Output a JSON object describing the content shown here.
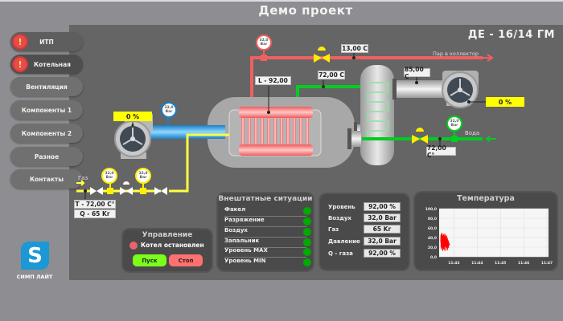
{
  "app": {
    "title": "Демо проект",
    "subtitle": "ДЕ - 16/14 ГМ"
  },
  "sidebar": {
    "items": [
      {
        "label": "ИТП",
        "alert": true
      },
      {
        "label": "Котельная",
        "alert": true,
        "active": true
      },
      {
        "label": "Вентиляция",
        "alert": false
      },
      {
        "label": "Компоненты 1",
        "alert": false
      },
      {
        "label": "Компоненты 2",
        "alert": false
      },
      {
        "label": "Разное",
        "alert": false
      },
      {
        "label": "Контакты",
        "alert": false
      }
    ],
    "alert_glyph": "!",
    "logo_glyph": "S",
    "logo_text": "СИМП ЛАЙТ"
  },
  "scheme": {
    "steam_pressure_gauge": {
      "value": "32,0",
      "unit": "Bar"
    },
    "steam_temp": "13,00 C",
    "steam_label": "Пар в коллектор",
    "level": "L - 92,00",
    "return_temp": "72,00 C",
    "flue_temp": "85,00 C",
    "exhaust_fan_percent": "0 %",
    "water_gauge": {
      "value": "32,0",
      "unit": "Bar"
    },
    "water_label": "Вода",
    "water_temp": "72,00 C°",
    "air_fan_percent": "0 %",
    "air_gauge": {
      "value": "32,0",
      "unit": "Bar"
    },
    "gas_label": "Газ",
    "gas_gauge_1": {
      "value": "32,0",
      "unit": "Bar"
    },
    "gas_gauge_2": {
      "value": "32,0",
      "unit": "Bar"
    },
    "gas_temp": "T - 72,00 C°",
    "gas_flow": "Q -  65 Kг"
  },
  "control": {
    "title": "Управление",
    "status": "Котел остановлен",
    "start_label": "Пуск",
    "stop_label": "Стоп",
    "status_color": "#e8646e"
  },
  "emergency": {
    "title": "Внештатные ситуации",
    "items": [
      {
        "label": "Факел",
        "state": "ok"
      },
      {
        "label": "Разряжение",
        "state": "ok"
      },
      {
        "label": "Воздух",
        "state": "ok"
      },
      {
        "label": "Запальник",
        "state": "ok"
      },
      {
        "label": "Уровень MAX",
        "state": "ok"
      },
      {
        "label": "Уровень MIN",
        "state": "ok"
      }
    ]
  },
  "params": {
    "items": [
      {
        "label": "Уровень",
        "value": "92,00 %"
      },
      {
        "label": "Воздух",
        "value": "32,0 Bar"
      },
      {
        "label": "Газ",
        "value": "65 Kг"
      },
      {
        "label": "Давление",
        "value": "32,0 Bar"
      },
      {
        "label": "Q - газа",
        "value": "92,00 %"
      }
    ]
  },
  "chart_data": {
    "type": "line",
    "title": "Температура",
    "xlabel": "",
    "ylabel": "",
    "ylim": [
      0,
      100
    ],
    "yticks": [
      "0,0",
      "20,0",
      "40,0",
      "60,0",
      "80,0",
      "100,0"
    ],
    "xticks": [
      "11:43",
      "11:44",
      "11:45",
      "11:46",
      "11:47"
    ],
    "grid": true,
    "series": [
      {
        "name": "Температура",
        "color": "#ff0000",
        "x": [
          0.0,
          0.01,
          0.02,
          0.03,
          0.04,
          0.05,
          0.06,
          0.07,
          0.08,
          0.09,
          0.1,
          0.11,
          0.12,
          0.13,
          0.14,
          0.15,
          0.16,
          0.17,
          0.18,
          0.19,
          0.2,
          0.21,
          0.22,
          0.23,
          0.24,
          0.25,
          0.26,
          0.27,
          0.28,
          0.29,
          0.3,
          0.31,
          0.32,
          0.33,
          0.34,
          0.35,
          0.36,
          0.37,
          0.38,
          0.39,
          0.4,
          0.41,
          0.42,
          0.43,
          0.44,
          0.45,
          0.46,
          0.47,
          0.48,
          0.49,
          0.5
        ],
        "y": [
          30,
          45,
          20,
          48,
          15,
          42,
          25,
          50,
          18,
          44,
          22,
          38,
          12,
          46,
          28,
          40,
          16,
          47,
          24,
          35,
          14,
          43,
          30,
          48,
          20,
          36,
          26,
          45,
          12,
          40,
          22,
          38,
          30,
          44,
          18,
          32,
          26,
          40,
          14,
          36,
          28,
          30,
          22,
          34,
          18,
          30,
          26,
          28,
          24,
          26,
          25
        ]
      }
    ]
  }
}
